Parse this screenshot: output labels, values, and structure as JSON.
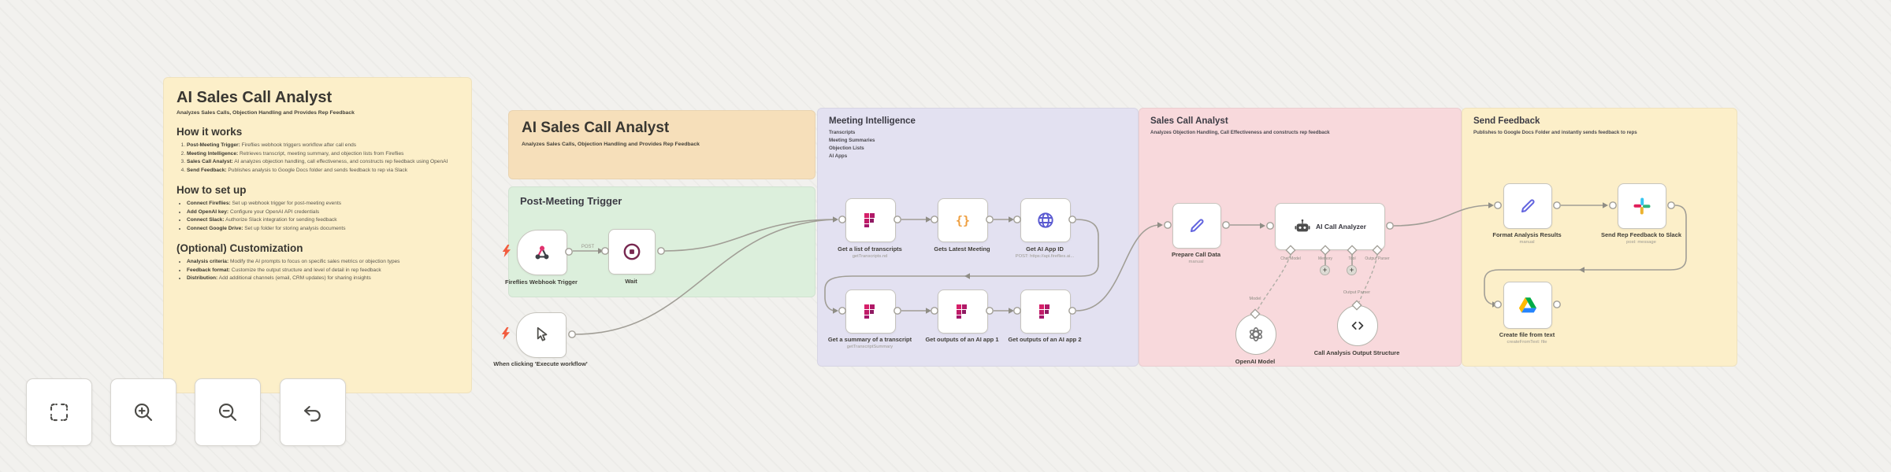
{
  "sticky_main": {
    "title": "AI Sales Call Analyst",
    "subtitle": "Analyzes Sales Calls, Objection Handling and Provides Rep Feedback",
    "how_it_works": {
      "heading": "How it works",
      "items": [
        {
          "lead": "Post-Meeting Trigger:",
          "text": " Fireflies webhook triggers workflow after call ends"
        },
        {
          "lead": "Meeting Intelligence:",
          "text": " Retrieves transcript, meeting summary, and objection lists from Fireflies"
        },
        {
          "lead": "Sales Call Analyst:",
          "text": " AI analyzes objection handling, call effectiveness, and constructs rep feedback using OpenAI"
        },
        {
          "lead": "Send Feedback:",
          "text": " Publishes analysis to Google Docs folder and sends feedback to rep via Slack"
        }
      ]
    },
    "how_to_set_up": {
      "heading": "How to set up",
      "items": [
        {
          "lead": "Connect Fireflies:",
          "text": " Set up webhook trigger for post-meeting events"
        },
        {
          "lead": "Add OpenAI key:",
          "text": " Configure your OpenAI API credentials"
        },
        {
          "lead": "Connect Slack:",
          "text": " Authorize Slack integration for sending feedback"
        },
        {
          "lead": "Connect Google Drive:",
          "text": " Set up folder for storing analysis documents"
        }
      ]
    },
    "customization": {
      "heading": "(Optional) Customization",
      "items": [
        {
          "lead": "Analysis criteria:",
          "text": " Modify the AI prompts to focus on specific sales metrics or objection types"
        },
        {
          "lead": "Feedback format:",
          "text": " Customize the output structure and level of detail in rep feedback"
        },
        {
          "lead": "Distribution:",
          "text": " Add additional channels (email, CRM updates) for sharing insights"
        }
      ]
    }
  },
  "sticky_header": {
    "title": "AI Sales Call Analyst",
    "subtitle": "Analyzes Sales Calls, Objection Handling and Provides Rep Feedback"
  },
  "zones": {
    "trigger": {
      "title": "Post-Meeting Trigger"
    },
    "meeting": {
      "title": "Meeting Intelligence",
      "lines": [
        "Transcripts",
        "Meeting Summaries",
        "Objection Lists",
        "AI Apps"
      ]
    },
    "analyst": {
      "title": "Sales Call Analyst",
      "subtitle": "Analyzes Objection Handling, Call Effectiveness and constructs rep feedback"
    },
    "feedback": {
      "title": "Send Feedback",
      "subtitle": "Publishes to Google Docs Folder and instantly sends feedback to reps"
    }
  },
  "nodes": {
    "fireflies_webhook": {
      "label": "Fireflies Webhook Trigger"
    },
    "wait": {
      "label": "Wait"
    },
    "manual_trigger": {
      "label": "When clicking 'Execute workflow'"
    },
    "get_transcripts": {
      "label": "Get a list of transcripts",
      "sublabel": "getTranscripts.nd"
    },
    "latest_meeting": {
      "label": "Gets Latest Meeting"
    },
    "get_app_id": {
      "label": "Get AI App ID",
      "sublabel": "POST: https://api.fireflies.ai..."
    },
    "get_summary": {
      "label": "Get a summary of a transcript",
      "sublabel": "getTranscriptSummary"
    },
    "outputs_1": {
      "label": "Get outputs of an AI app 1"
    },
    "outputs_2": {
      "label": "Get outputs of an AI app 2"
    },
    "prepare": {
      "label": "Prepare Call Data",
      "sublabel": "manual"
    },
    "analyzer": {
      "label": "AI Call Analyzer"
    },
    "openai": {
      "label": "OpenAI Model",
      "port": "Model"
    },
    "parser": {
      "label": "Call Analysis Output Structure",
      "port": "Output Parser"
    },
    "format": {
      "label": "Format Analysis Results",
      "sublabel": "manual"
    },
    "slack": {
      "label": "Send Rep Feedback to Slack",
      "sublabel": "post: message"
    },
    "drive": {
      "label": "Create file from text",
      "sublabel": "createFromText: file"
    }
  },
  "ports": {
    "chat_model": "Chat Model",
    "memory": "Memory",
    "tool": "Tool",
    "output_parser": "Output Parser"
  },
  "wires": {
    "webhook_method": "POST"
  },
  "colors": {
    "sticky_yellow": "#fcefc9",
    "sticky_orange": "#f6dfba",
    "zone_green": "#dcefdc",
    "zone_purple": "#e3e1f1",
    "zone_pink": "#f8d9dc",
    "wire": "#a19e96",
    "trigger_bolt": "#f25c3e"
  }
}
